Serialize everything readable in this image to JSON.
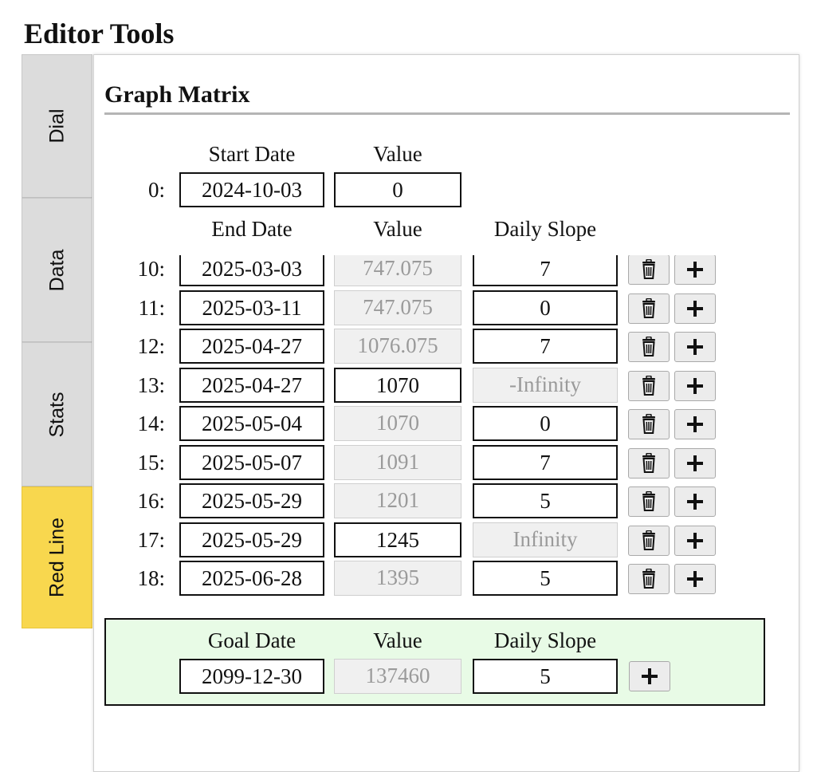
{
  "page_title": "Editor Tools",
  "tabs": [
    {
      "label": "Dial",
      "active": false
    },
    {
      "label": "Data",
      "active": false
    },
    {
      "label": "Stats",
      "active": false
    },
    {
      "label": "Red Line",
      "active": true
    }
  ],
  "section_title": "Graph Matrix",
  "start": {
    "header_date": "Start Date",
    "header_value": "Value",
    "index_label": "0:",
    "date": "2024-10-03",
    "value": "0"
  },
  "table_headers": {
    "date": "End Date",
    "value": "Value",
    "slope": "Daily Slope"
  },
  "rows": [
    {
      "index": "10:",
      "date": "2025-03-03",
      "value": "747.075",
      "slope": "7",
      "value_readonly": true,
      "slope_readonly": false
    },
    {
      "index": "11:",
      "date": "2025-03-11",
      "value": "747.075",
      "slope": "0",
      "value_readonly": true,
      "slope_readonly": false
    },
    {
      "index": "12:",
      "date": "2025-04-27",
      "value": "1076.075",
      "slope": "7",
      "value_readonly": true,
      "slope_readonly": false
    },
    {
      "index": "13:",
      "date": "2025-04-27",
      "value": "1070",
      "slope": "-Infinity",
      "value_readonly": false,
      "slope_readonly": true
    },
    {
      "index": "14:",
      "date": "2025-05-04",
      "value": "1070",
      "slope": "0",
      "value_readonly": true,
      "slope_readonly": false
    },
    {
      "index": "15:",
      "date": "2025-05-07",
      "value": "1091",
      "slope": "7",
      "value_readonly": true,
      "slope_readonly": false
    },
    {
      "index": "16:",
      "date": "2025-05-29",
      "value": "1201",
      "slope": "5",
      "value_readonly": true,
      "slope_readonly": false
    },
    {
      "index": "17:",
      "date": "2025-05-29",
      "value": "1245",
      "slope": "Infinity",
      "value_readonly": false,
      "slope_readonly": true
    },
    {
      "index": "18:",
      "date": "2025-06-28",
      "value": "1395",
      "slope": "5",
      "value_readonly": true,
      "slope_readonly": false
    }
  ],
  "goal": {
    "header_date": "Goal Date",
    "header_value": "Value",
    "header_slope": "Daily Slope",
    "date": "2099-12-30",
    "value": "137460",
    "slope": "5"
  },
  "icons": {
    "delete": "trash-icon",
    "add": "plus-icon"
  },
  "colors": {
    "active_tab": "#f8d74e",
    "inactive_tab": "#dcdcdc",
    "goal_background": "#e8fbe6",
    "readonly_cell": "#f0f0f0",
    "readonly_text": "#9a9a9a"
  }
}
